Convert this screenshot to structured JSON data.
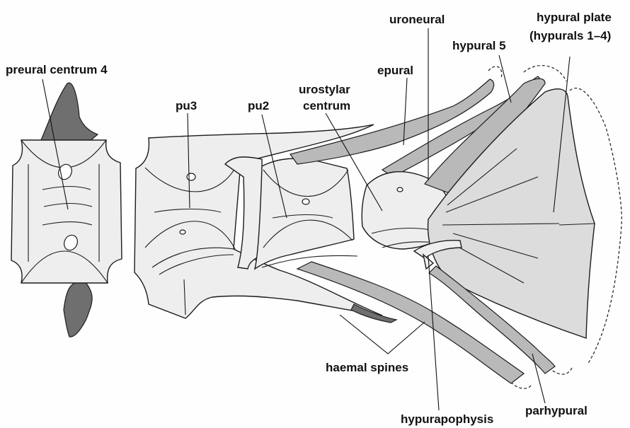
{
  "labels": {
    "preural_centrum_4": "preural centrum 4",
    "pu3": "pu3",
    "pu2": "pu2",
    "urostylar_centrum_line1": "urostylar",
    "urostylar_centrum_line2": "centrum",
    "epural": "epural",
    "uroneural": "uroneural",
    "hypural_5": "hypural 5",
    "hypural_plate_line1": "hypural plate",
    "hypural_plate_line2": "(hypurals 1–4)",
    "haemal_spines": "haemal spines",
    "hypurapophysis": "hypurapophysis",
    "parhypural": "parhypural"
  }
}
